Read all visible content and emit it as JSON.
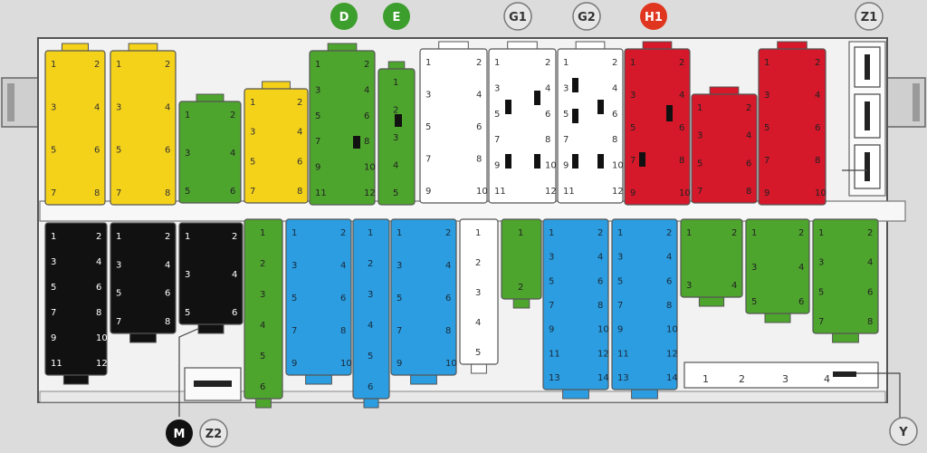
{
  "top_labels": [
    {
      "text": "D",
      "color": "#3c9e2c"
    },
    {
      "text": "E",
      "color": "#3c9e2c"
    },
    {
      "text": "G1",
      "color": "#e6e6e6"
    },
    {
      "text": "G2",
      "color": "#e6e6e6"
    },
    {
      "text": "H1",
      "color": "#e0361f"
    },
    {
      "text": "Z1",
      "color": "#e6e6e6"
    }
  ],
  "bottom_labels": [
    {
      "text": "M",
      "color": "#111111"
    },
    {
      "text": "Z2",
      "color": "#e6e6e6"
    },
    {
      "text": "Y",
      "color": "#e6e6e6"
    }
  ],
  "strip": {
    "pins": [
      "1",
      "2",
      "3",
      "4"
    ]
  },
  "colors": {
    "yellow": "#f5d21a",
    "green": "#4ea52e",
    "white": "#ffffff",
    "red": "#d5182a",
    "black": "#111111",
    "blue": "#2b9de0",
    "housing": "#f2f2f2",
    "outline": "#555555"
  },
  "connectors": {
    "top": [
      {
        "color": "yellow",
        "pins": [
          "1",
          "2",
          "3",
          "4",
          "5",
          "6",
          "7",
          "8"
        ]
      },
      {
        "color": "yellow",
        "pins": [
          "1",
          "2",
          "3",
          "4",
          "5",
          "6",
          "7",
          "8"
        ]
      },
      {
        "color": "green",
        "pins": [
          "1",
          "2",
          "3",
          "4",
          "5",
          "6"
        ]
      },
      {
        "color": "yellow",
        "pins": [
          "1",
          "2",
          "3",
          "4",
          "5",
          "6",
          "7",
          "8"
        ]
      },
      {
        "color": "green",
        "pins": [
          "1",
          "2",
          "3",
          "4",
          "5",
          "6",
          "7",
          "8",
          "9",
          "10",
          "11",
          "12"
        ]
      },
      {
        "color": "green",
        "pins": [
          "1",
          "2",
          "3",
          "4",
          "5"
        ]
      },
      {
        "color": "white",
        "pins": [
          "1",
          "2",
          "3",
          "4",
          "5",
          "6",
          "7",
          "8",
          "9",
          "10"
        ]
      },
      {
        "color": "white",
        "pins": [
          "1",
          "2",
          "3",
          "4",
          "5",
          "6",
          "7",
          "8",
          "9",
          "10",
          "11",
          "12"
        ]
      },
      {
        "color": "white",
        "pins": [
          "1",
          "2",
          "3",
          "4",
          "5",
          "6",
          "7",
          "8",
          "9",
          "10",
          "11",
          "12"
        ]
      },
      {
        "color": "red",
        "pins": [
          "1",
          "2",
          "3",
          "4",
          "5",
          "6",
          "7",
          "8",
          "9",
          "10"
        ]
      },
      {
        "color": "red",
        "pins": [
          "1",
          "2",
          "3",
          "4",
          "5",
          "6",
          "7",
          "8"
        ]
      },
      {
        "color": "red",
        "pins": [
          "1",
          "2",
          "3",
          "4",
          "5",
          "6",
          "7",
          "8",
          "9",
          "10"
        ]
      }
    ],
    "bottom": [
      {
        "color": "black",
        "pins": [
          "1",
          "2",
          "3",
          "4",
          "5",
          "6",
          "7",
          "8",
          "9",
          "10",
          "11",
          "12"
        ]
      },
      {
        "color": "black",
        "pins": [
          "1",
          "2",
          "3",
          "4",
          "5",
          "6",
          "7",
          "8"
        ]
      },
      {
        "color": "black",
        "pins": [
          "1",
          "2",
          "3",
          "4",
          "5",
          "6"
        ]
      },
      {
        "color": "green",
        "pins": [
          "1",
          "2",
          "3",
          "4",
          "5",
          "6"
        ]
      },
      {
        "color": "blue",
        "pins": [
          "1",
          "2",
          "3",
          "4",
          "5",
          "6",
          "7",
          "8",
          "9",
          "10"
        ]
      },
      {
        "color": "blue",
        "pins": [
          "1",
          "2",
          "3",
          "4",
          "5",
          "6"
        ]
      },
      {
        "color": "blue",
        "pins": [
          "1",
          "2",
          "3",
          "4",
          "5",
          "6",
          "7",
          "8",
          "9",
          "10"
        ]
      },
      {
        "color": "white",
        "pins": [
          "1",
          "2",
          "3",
          "4",
          "5"
        ]
      },
      {
        "color": "green",
        "pins": [
          "1",
          "2"
        ]
      },
      {
        "color": "blue",
        "pins": [
          "1",
          "2",
          "3",
          "4",
          "5",
          "6",
          "7",
          "8",
          "9",
          "10",
          "11",
          "12",
          "13",
          "14"
        ]
      },
      {
        "color": "blue",
        "pins": [
          "1",
          "2",
          "3",
          "4",
          "5",
          "6",
          "7",
          "8",
          "9",
          "10",
          "11",
          "12",
          "13",
          "14"
        ]
      },
      {
        "color": "green",
        "pins": [
          "1",
          "2",
          "3",
          "4"
        ]
      },
      {
        "color": "green",
        "pins": [
          "1",
          "2",
          "3",
          "4",
          "5",
          "6"
        ]
      },
      {
        "color": "green",
        "pins": [
          "1",
          "2",
          "3",
          "4",
          "5",
          "6",
          "7",
          "8"
        ]
      }
    ]
  }
}
